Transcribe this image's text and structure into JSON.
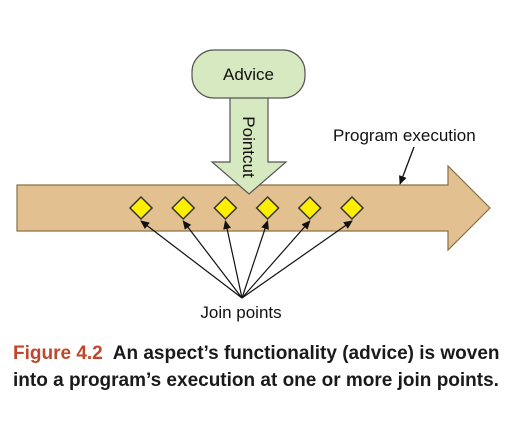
{
  "diagram": {
    "advice_label": "Advice",
    "pointcut_label": "Pointcut",
    "program_execution_label": "Program execution",
    "join_points_label": "Join points",
    "join_point_count": 6,
    "colors": {
      "execution_arrow_fill": "#e2c08f",
      "execution_arrow_stroke": "#8a7048",
      "advice_fill": "#d6e9c0",
      "advice_stroke": "#555555",
      "pointcut_fill": "#d6e9c0",
      "join_point_fill": "#ffee00",
      "join_point_stroke": "#333333"
    }
  },
  "caption": {
    "figure_number": "Figure 4.2",
    "text": "An aspect’s functionality (advice) is woven into a program’s execution at one or more join points."
  }
}
